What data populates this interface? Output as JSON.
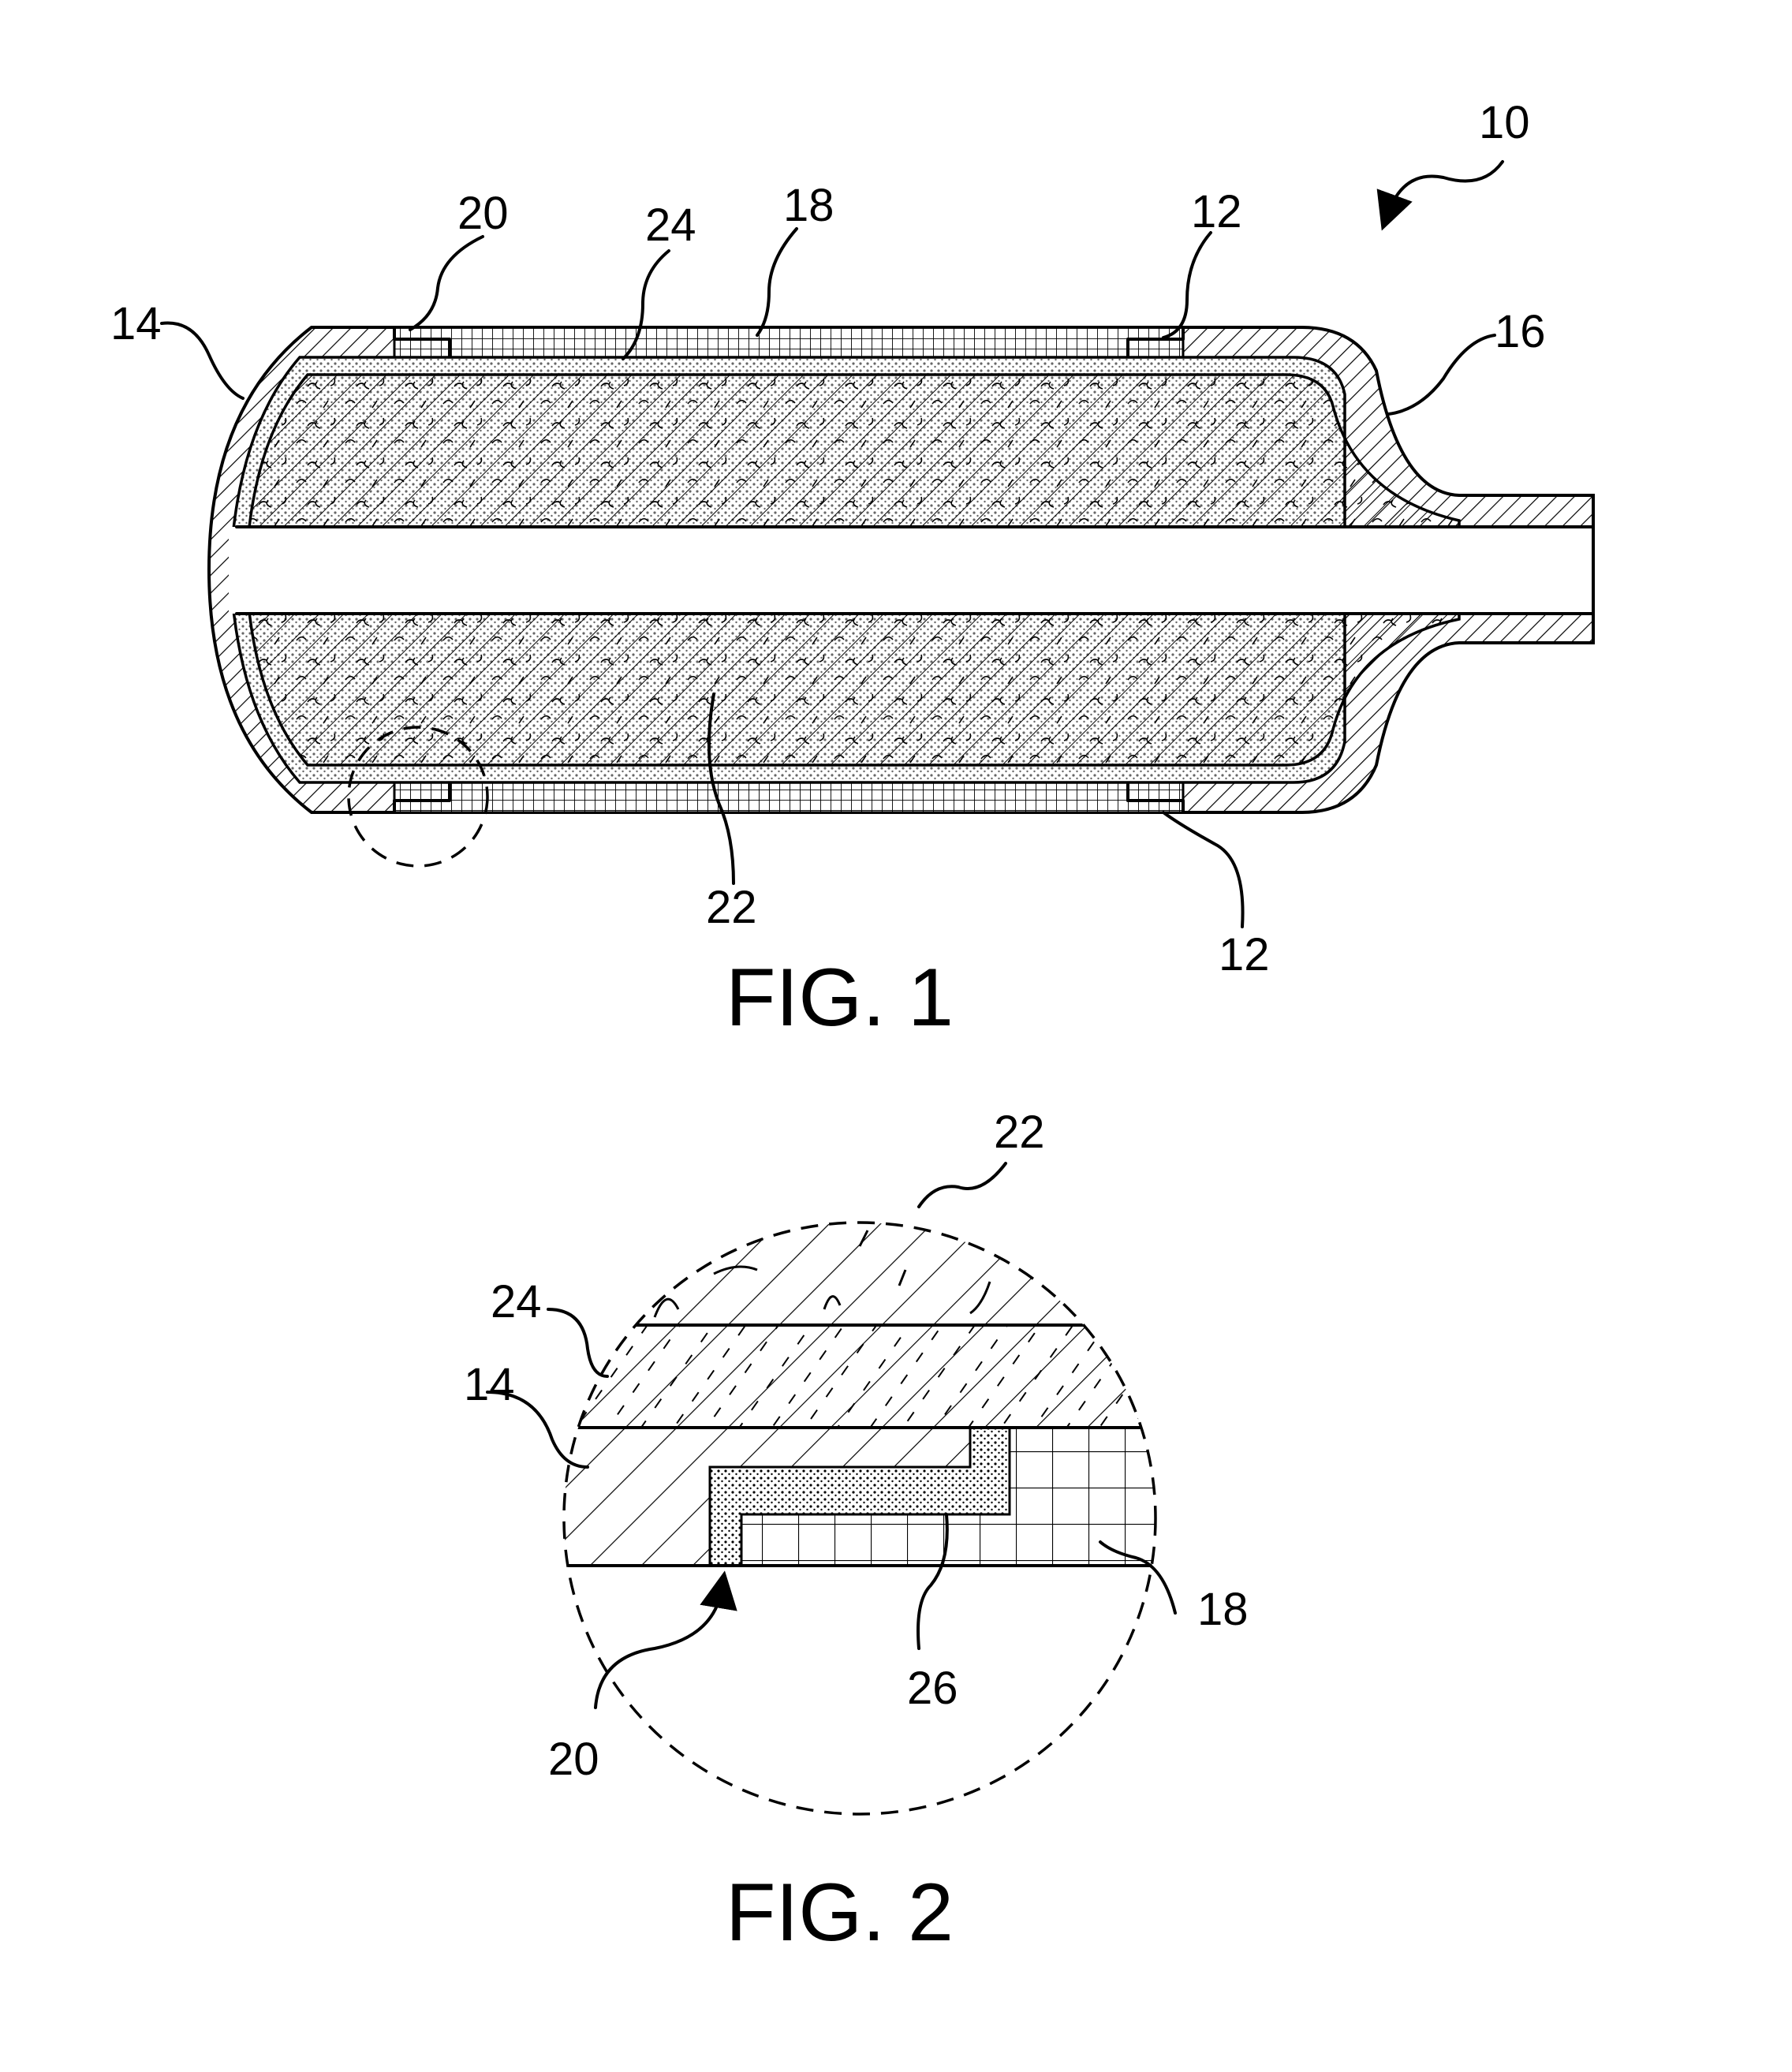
{
  "figures": [
    {
      "caption": "FIG. 1",
      "labels": {
        "assembly": "10",
        "clamp_top": "12",
        "clamp_bottom": "12",
        "liner": "14",
        "neck": "16",
        "overwrap": "18",
        "joint": "20",
        "fill": "22",
        "layer": "24"
      }
    },
    {
      "caption": "FIG. 2",
      "labels": {
        "fill": "22",
        "layer": "24",
        "liner": "14",
        "overwrap": "18",
        "joint": "20",
        "adhesive": "26"
      }
    }
  ]
}
